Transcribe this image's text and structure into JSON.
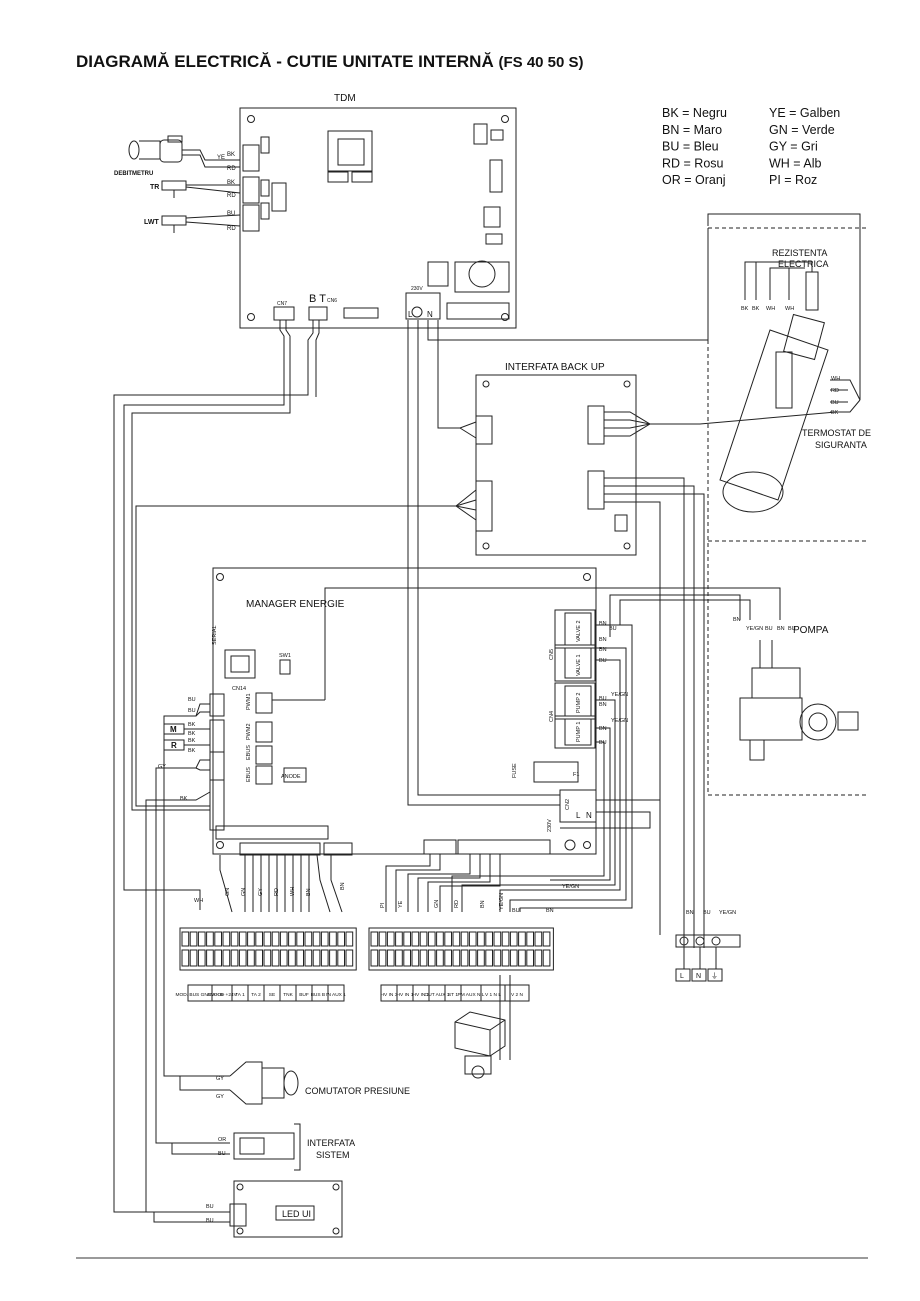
{
  "title": {
    "main": "DIAGRAMĂ ELECTRICĂ - CUTIE UNITATE INTERNĂ",
    "sub": "(FS 40 50 S)"
  },
  "legend": [
    {
      "code": "BK",
      "name": "Negru"
    },
    {
      "code": "BN",
      "name": "Maro"
    },
    {
      "code": "BU",
      "name": "Bleu"
    },
    {
      "code": "RD",
      "name": "Rosu"
    },
    {
      "code": "OR",
      "name": "Oranj"
    },
    {
      "code": "YE",
      "name": "Galben"
    },
    {
      "code": "GN",
      "name": "Verde"
    },
    {
      "code": "GY",
      "name": "Gri"
    },
    {
      "code": "WH",
      "name": "Alb"
    },
    {
      "code": "PI",
      "name": "Roz"
    }
  ],
  "boards": {
    "tdm": "TDM",
    "backup": "INTERFATA BACK UP",
    "manager": "MANAGER ENERGIE"
  },
  "components": {
    "debitmetru": "DEBITMETRU",
    "tr": "TR",
    "lwt": "LWT",
    "rezistenta_1": "REZISTENTA",
    "rezistenta_2": "ELECTRICA",
    "termostat_1": "TERMOSTAT DE",
    "termostat_2": "SIGURANTA",
    "pompa": "POMPA",
    "comutator": "COMUTATOR PRESIUNE",
    "interfata_1": "INTERFATA",
    "interfata_2": "SISTEM",
    "led_ui": "LED UI",
    "m": "M",
    "r": "R"
  },
  "tdm_labels": {
    "bt": "B  T",
    "cn6": "CN6",
    "cn7": "CN7",
    "v230": "230V",
    "l": "L",
    "n": "N"
  },
  "manager_labels": {
    "serial": "SERIAL",
    "cn14": "CN14",
    "sw1": "SW1",
    "pwm1": "PWM1",
    "pwm2": "PWM2",
    "ebus1": "EBUS",
    "ebus2": "EBUS",
    "anode": "ANODE",
    "cn5": "CN5",
    "cn4": "CN4",
    "valve2": "VALVE 2",
    "valve1": "VALVE 1",
    "pump2": "PUMP 2",
    "pump1": "PUMP 1",
    "fuse": "FUSE",
    "f1": "F1",
    "v230": "230V",
    "cn2": "CN2",
    "l": "L",
    "n": "N"
  },
  "terminal_labels_left": [
    "MOD. BUS GND A+ B-",
    "ANODE +24V",
    "TA 1",
    "TA 2",
    "SE",
    "TNK",
    "BUF",
    "BUS B T",
    "IN AUX 1"
  ],
  "terminal_labels_right": [
    "HV IN 3",
    "HV IN 1",
    "HV IN 2",
    "OUT AUX 1",
    "ST 1",
    "PM AUX N L",
    "V 1 N L",
    "V 2 N"
  ],
  "mains_labels": [
    "L",
    "N",
    "⏚"
  ],
  "wire_codes": {
    "bk": "BK",
    "bn": "BN",
    "bu": "BU",
    "rd": "RD",
    "or": "OR",
    "ye": "YE",
    "gn": "GN",
    "gy": "GY",
    "wh": "WH",
    "pi": "PI",
    "yegn": "YE/GN"
  }
}
